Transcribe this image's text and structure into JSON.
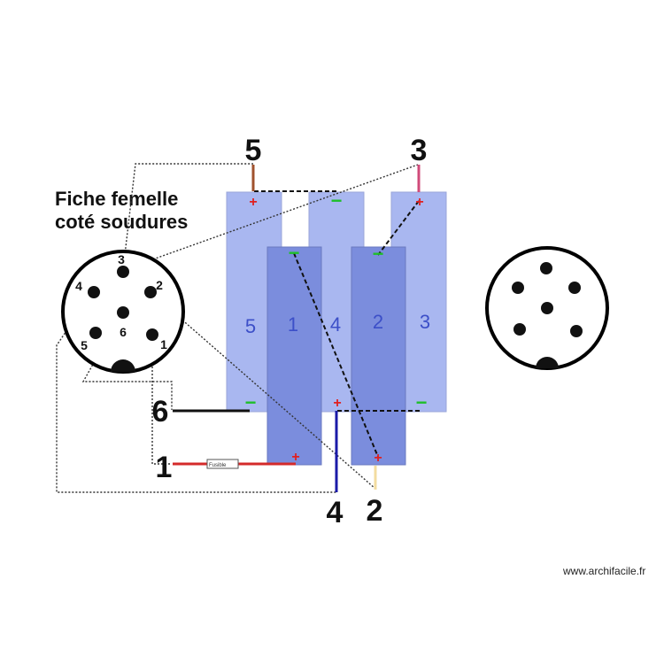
{
  "title": {
    "line1": "Fiche femelle",
    "line2": "coté soudures"
  },
  "watermark": "www.archifacile.fr",
  "wire_labels": {
    "five": "5",
    "three": "3",
    "six": "6",
    "one": "1",
    "four": "4",
    "two": "2"
  },
  "battery_labels": {
    "b5": "5",
    "b1": "1",
    "b4": "4",
    "b2": "2",
    "b3": "3"
  },
  "connector_pins": {
    "p3": "3",
    "p4": "4",
    "p2": "2",
    "p6": "6",
    "p5": "5",
    "p1": "1"
  },
  "fuse_label": "Fusible",
  "signs": {
    "plus": "+",
    "minus": "−"
  },
  "colors": {
    "battery_light": "#a9b7f0",
    "battery_dark": "#7b8ddd",
    "battery_text": "#3c4fc8",
    "plus": "#e02020",
    "minus": "#1fbf2a",
    "wire_5": "#a0522d",
    "wire_3": "#d04a7a",
    "wire_6": "#111111",
    "wire_1": "#d42a2a",
    "wire_4": "#1a1aa8",
    "wire_2": "#f3dca0"
  }
}
